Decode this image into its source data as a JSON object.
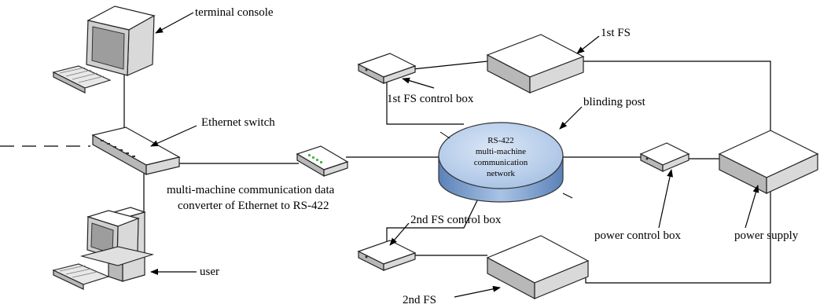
{
  "labels": {
    "terminal_console": "terminal console",
    "ethernet_switch": "Ethernet switch",
    "converter_line1": "multi-machine communication data",
    "converter_line2": "converter of Ethernet to RS-422",
    "user": "user",
    "fs1": "1st FS",
    "fs1_control_box": "1st FS control box",
    "blinding_post": "blinding post",
    "fs2_control_box": "2nd FS control box",
    "fs2": "2nd FS",
    "power_control_box": "power control box",
    "power_supply": "power supply"
  },
  "network": {
    "line1": "RS-422",
    "line2": "multi-machine",
    "line3": "communication",
    "line4": "network"
  },
  "colors": {
    "network_top": "#b9d0ec",
    "network_side": "#6f95c7",
    "device_top": "#ffffff",
    "device_side": "#d9d9d9",
    "switch_ports": "#4fb84f"
  }
}
